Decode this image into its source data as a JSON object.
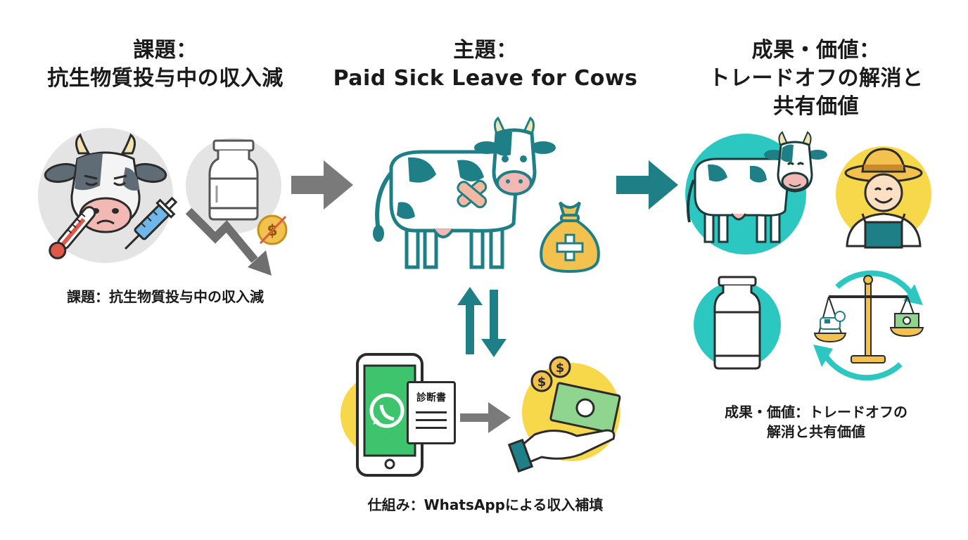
{
  "left": {
    "heading_line1": "課題：",
    "heading_line2": "抗生物質投与中の収入減",
    "caption": "課題：抗生物質投与中の収入減"
  },
  "center": {
    "heading_line1": "主題：",
    "heading_line2": "Paid Sick Leave for Cows",
    "document_label": "診断書",
    "caption": "仕組み：WhatsAppによる収入補填"
  },
  "right": {
    "heading_line1": "成果・価値：",
    "heading_line2": "トレードオフの解消と",
    "heading_line3": "共有価値",
    "caption_line1": "成果・価値：トレードオフの",
    "caption_line2": "解消と共有価値"
  },
  "colors": {
    "teal": "#1e7f86",
    "teal_bright": "#2cc7c0",
    "yellow": "#f7d84a",
    "gray_circle": "#e4e4e4",
    "arrow_gray": "#7a7a7a",
    "red": "#e0584a",
    "gold": "#f2c14e",
    "green": "#3ec46d"
  },
  "icons": [
    "sick-cow-icon",
    "thermometer-icon",
    "syringe-icon",
    "milk-can-icon",
    "declining-arrow-icon",
    "crossed-coin-icon",
    "cow-with-bandage-icon",
    "money-bag-icon",
    "exchange-arrows-icon",
    "smartphone-whatsapp-icon",
    "diagnosis-document-icon",
    "cash-in-hand-icon",
    "healthy-cow-icon",
    "farmer-icon",
    "balance-scale-icon"
  ]
}
